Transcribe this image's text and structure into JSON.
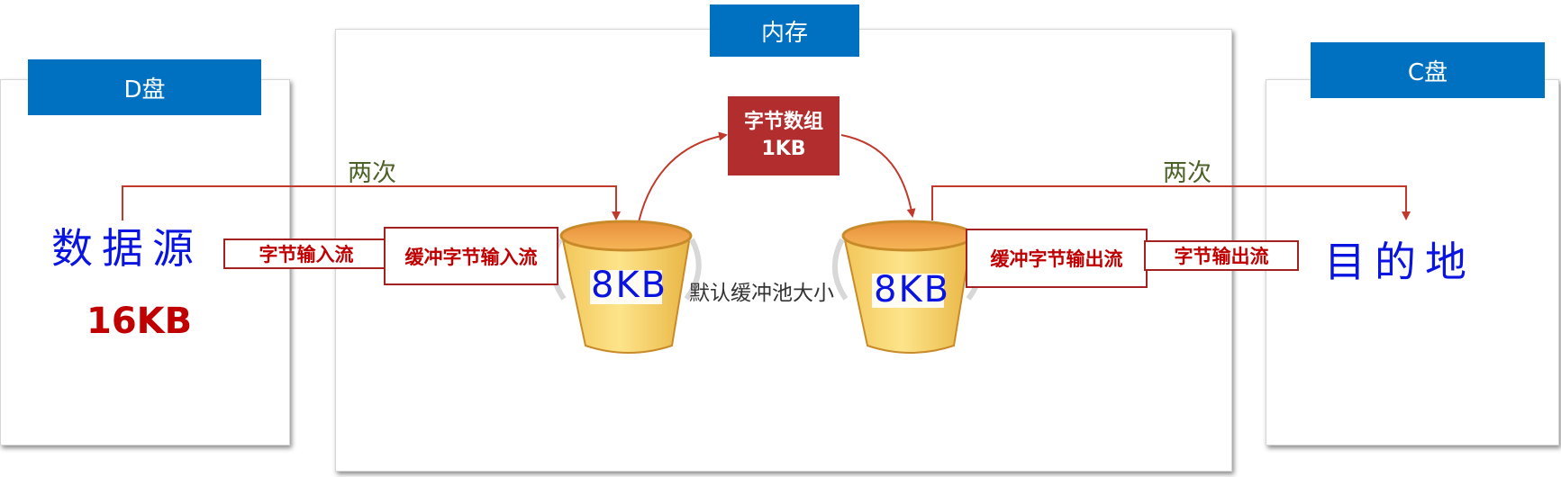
{
  "panels": {
    "d_disk": {
      "header": "D盘",
      "source_label": "数据源",
      "file_size": "16KB"
    },
    "memory": {
      "header": "内存"
    },
    "c_disk": {
      "header": "C盘",
      "dest_label": "目的地"
    }
  },
  "streams": {
    "byte_input": "字节输入流",
    "buffered_input": "缓冲字节输入流",
    "buffered_output": "缓冲字节输出流",
    "byte_output": "字节输出流"
  },
  "byte_array": {
    "line1": "字节数组",
    "line2": "1KB"
  },
  "buckets": {
    "left_label": "8KB",
    "right_label": "8KB",
    "caption": "默认缓冲池大小"
  },
  "transfers": {
    "left": "两次",
    "right": "两次"
  },
  "colors": {
    "header_blue": "#0070c0",
    "stream_red": "#c00000",
    "array_red": "#b22e2e",
    "ink_blue": "#0a14e0",
    "label_green": "#4e6228"
  }
}
